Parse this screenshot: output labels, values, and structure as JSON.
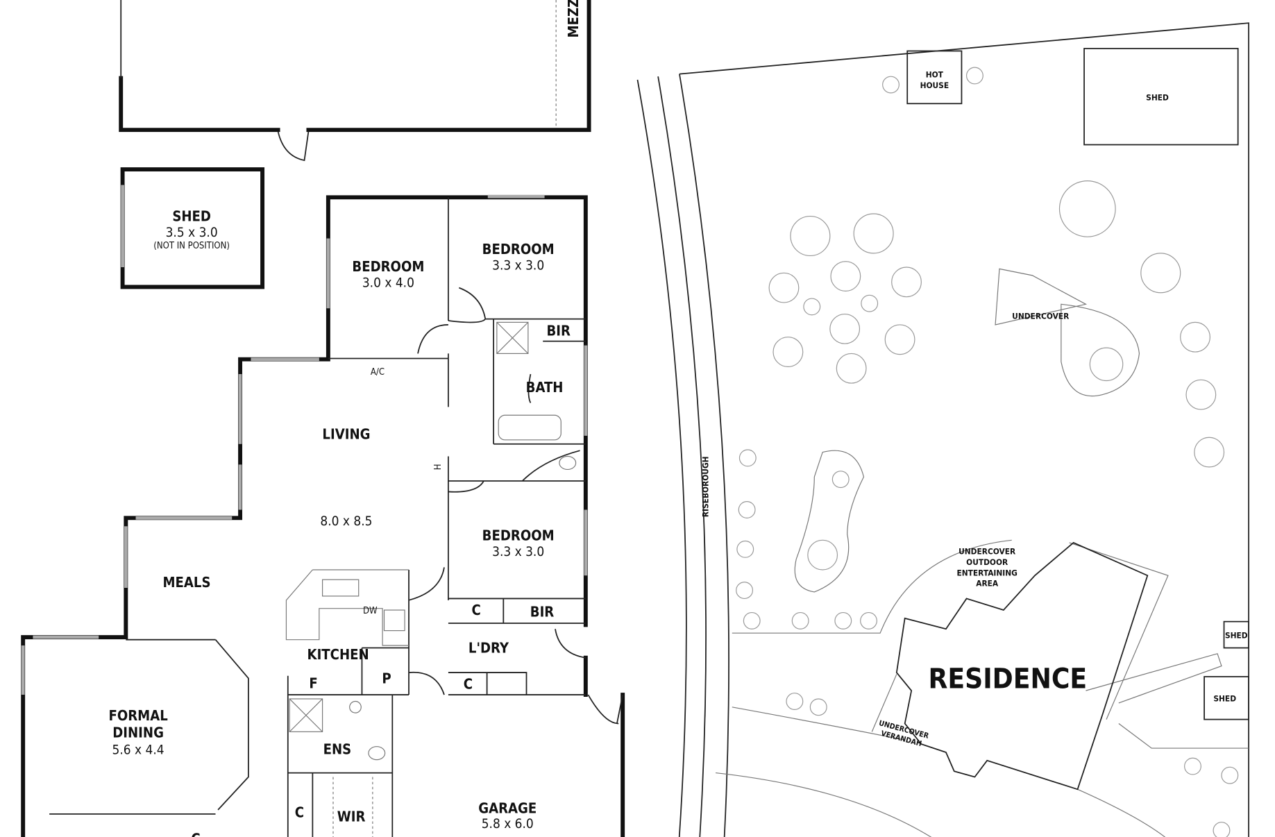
{
  "floor_plan": {
    "mezz": "MEZZ",
    "shed": {
      "name": "SHED",
      "size": "3.5 x 3.0",
      "note": "(NOT IN POSITION)"
    },
    "bedroom_1": {
      "name": "BEDROOM",
      "size": "3.0 x 4.0"
    },
    "bedroom_2": {
      "name": "BEDROOM",
      "size": "3.3 x 3.0"
    },
    "bedroom_3": {
      "name": "BEDROOM",
      "size": "3.3 x 3.0"
    },
    "bir_1": "BIR",
    "bir_2": "BIR",
    "bath": "BATH",
    "ac": "A/C",
    "heater": "H",
    "living": {
      "name": "LIVING",
      "size": "8.0 x 8.5"
    },
    "meals": "MEALS",
    "kitchen": "KITCHEN",
    "dw": "DW",
    "fridge": "F",
    "pantry": "P",
    "laundry": "L'DRY",
    "cupboard_1": "C",
    "cupboard_2": "C",
    "cupboard_3": "C",
    "cupboard_4": "C",
    "formal_dining": {
      "name_1": "FORMAL",
      "name_2": "DINING",
      "size": "5.6 x 4.4"
    },
    "ensuite": "ENS",
    "wir": "WIR",
    "garage": {
      "name": "GARAGE",
      "size": "5.8 x 6.0"
    }
  },
  "site_plan": {
    "street": "RISEBOROUGH",
    "hot_house": {
      "line_1": "HOT",
      "line_2": "HOUSE"
    },
    "shed_main": "SHED",
    "undercover": "UNDERCOVER",
    "outdoor_area": {
      "line_1": "UNDERCOVER",
      "line_2": "OUTDOOR",
      "line_3": "ENTERTAINING",
      "line_4": "AREA"
    },
    "residence": "RESIDENCE",
    "shed_small_1": "SHED",
    "shed_small_2": "SHED",
    "verandah": {
      "line_1": "UNDERCOVER",
      "line_2": "VERANDAH"
    }
  }
}
